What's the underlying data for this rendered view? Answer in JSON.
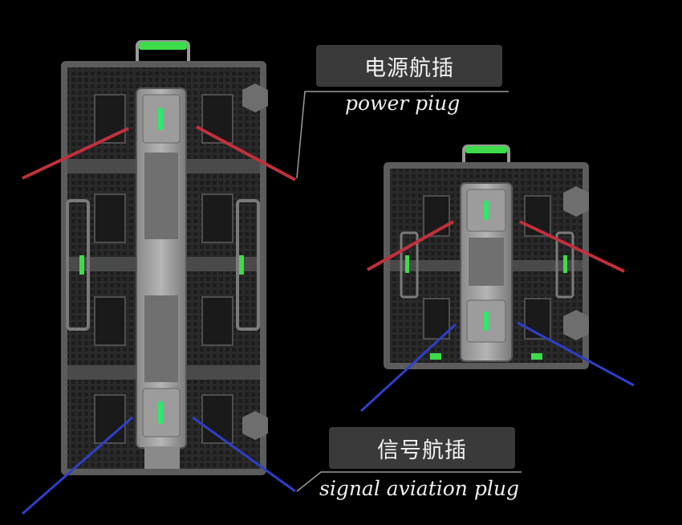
{
  "labels": {
    "power": {
      "cn": "电源航插",
      "en": "power piug"
    },
    "signal": {
      "cn": "信号航插",
      "en": "signal aviation plug"
    }
  },
  "colors": {
    "background": "#000000",
    "panel_frame": "#5c5c5c",
    "panel_dark": "#262626",
    "handle_green": "#3ddc4a",
    "indicator_green": "#2ee86a",
    "power_cable": "#c0303c",
    "signal_cable": "#2f3fc8",
    "label_box": "#3a3a3a"
  }
}
